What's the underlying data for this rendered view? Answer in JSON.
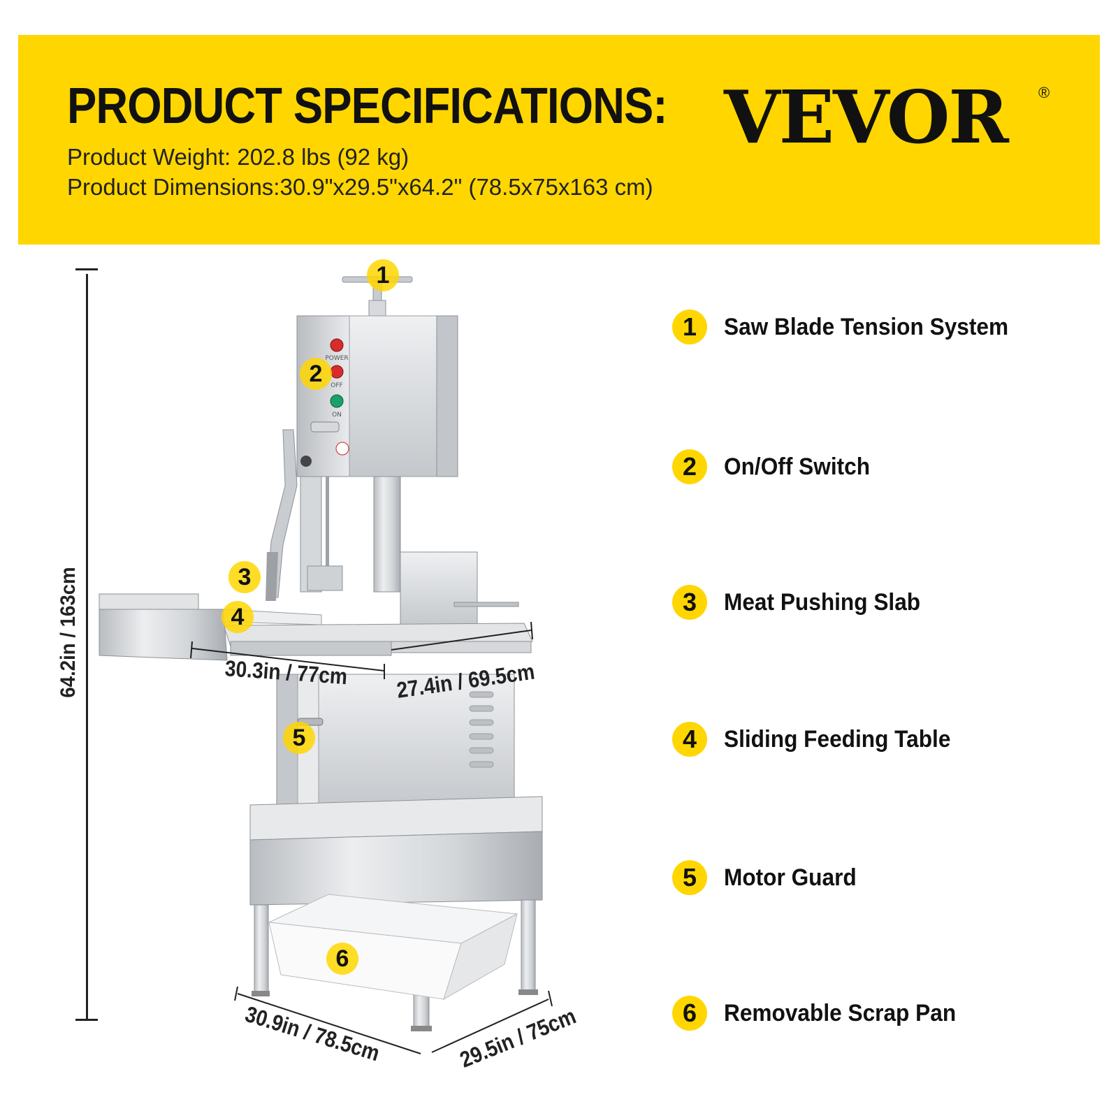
{
  "header": {
    "title": "PRODUCT SPECIFICATIONS:",
    "weight_line": "Product Weight: 202.8 lbs (92 kg)",
    "dimensions_line": "Product Dimensions:30.9\"x29.5\"x64.2\" (78.5x75x163 cm)",
    "brand": "VEVOR",
    "brand_mark": "®"
  },
  "dimensions": {
    "height": "64.2in / 163cm",
    "table_width": "30.3in / 77cm",
    "table_depth": "27.4in / 69.5cm",
    "base_width": "30.9in / 78.5cm",
    "base_depth": "29.5in / 75cm"
  },
  "machine_labels": {
    "power": "POWER",
    "off": "OFF",
    "on": "ON"
  },
  "markers": [
    "1",
    "2",
    "3",
    "4",
    "5",
    "6"
  ],
  "features": [
    {
      "num": "1",
      "label": "Saw Blade Tension System"
    },
    {
      "num": "2",
      "label": "On/Off Switch"
    },
    {
      "num": "3",
      "label": "Meat Pushing Slab"
    },
    {
      "num": "4",
      "label": "Sliding Feeding Table"
    },
    {
      "num": "5",
      "label": "Motor Guard"
    },
    {
      "num": "6",
      "label": "Removable Scrap Pan"
    }
  ],
  "colors": {
    "accent": "#FFD600",
    "steel": "#D5D7DA",
    "text": "#111111"
  }
}
